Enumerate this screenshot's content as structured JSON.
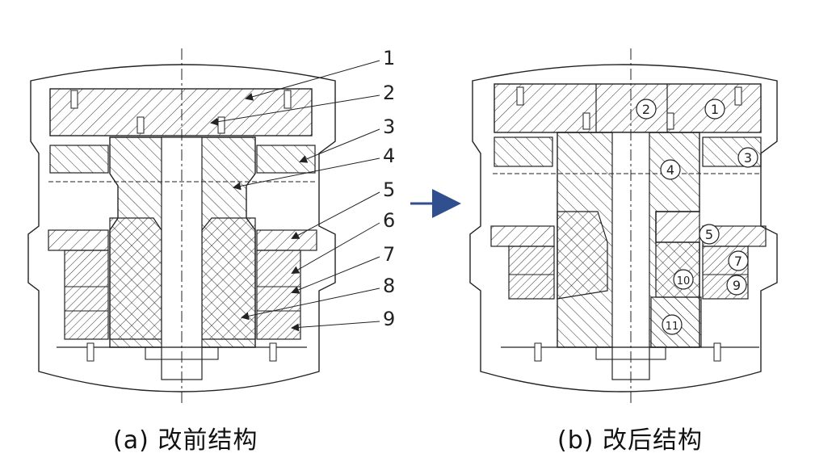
{
  "figure": {
    "left_callouts": [
      "1",
      "2",
      "3",
      "4",
      "5",
      "6",
      "7",
      "8",
      "9"
    ],
    "right_callouts": [
      "1",
      "2",
      "3",
      "4",
      "5",
      "7",
      "9",
      "10",
      "11"
    ],
    "captions": {
      "a": "(a) 改前结构",
      "b": "(b) 改后结构"
    }
  },
  "colors": {
    "line": "#222222",
    "arrow": "#2f4f8f",
    "background": "#ffffff"
  }
}
